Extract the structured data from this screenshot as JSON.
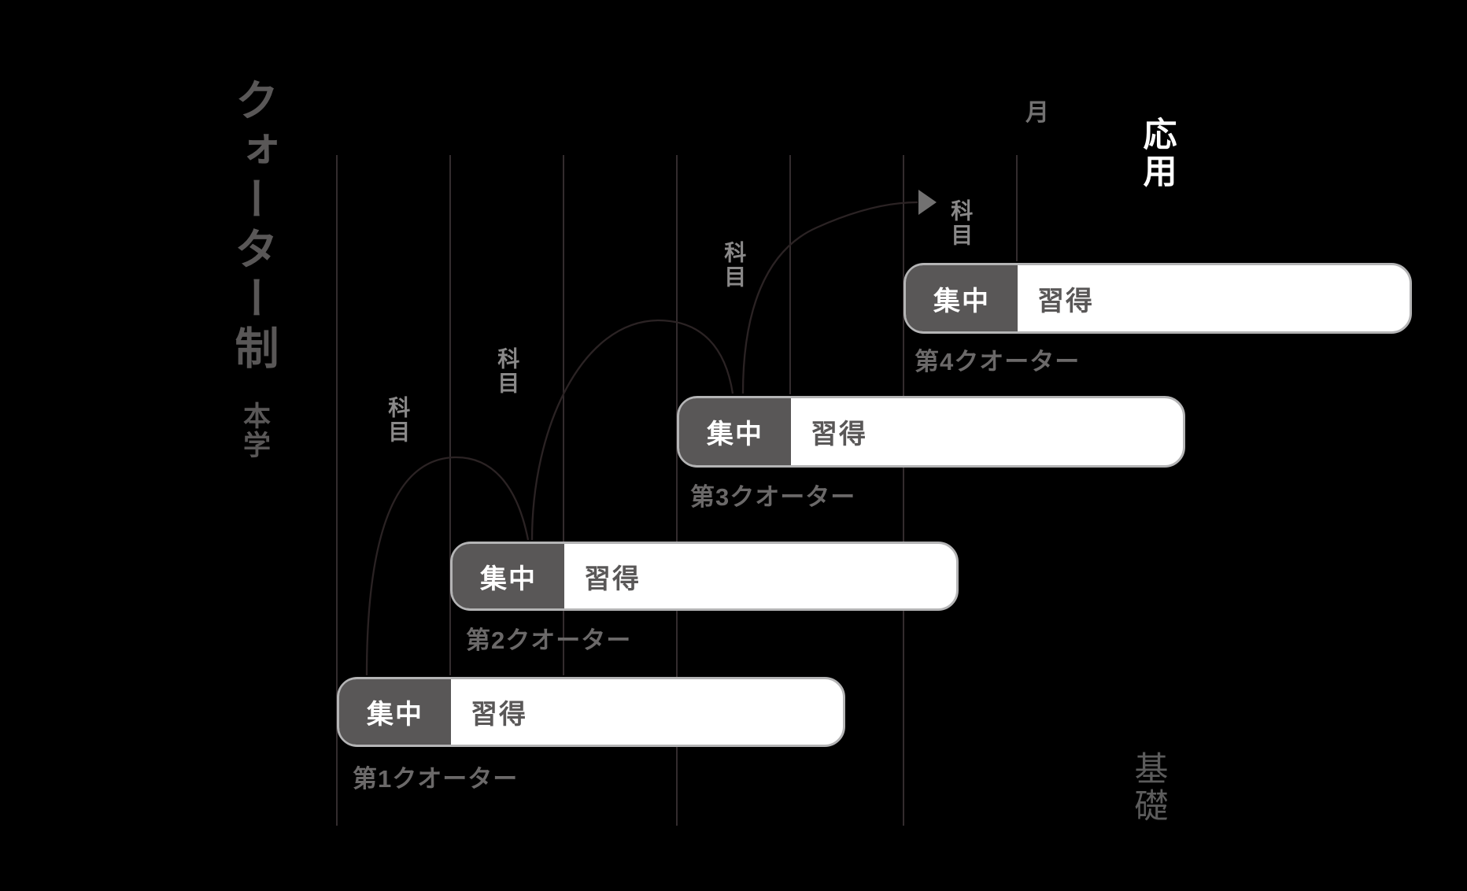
{
  "title": "クォーター制",
  "subtitle": "本学",
  "axis": {
    "unit_label": "月",
    "gridline_count": 7
  },
  "levels": {
    "top_right": "応用",
    "bottom_right": "基礎"
  },
  "quarters": [
    {
      "label": "第1クオーター",
      "focus": "集中",
      "acquire": "習得"
    },
    {
      "label": "第2クオーター",
      "focus": "集中",
      "acquire": "習得"
    },
    {
      "label": "第3クオーター",
      "focus": "集中",
      "acquire": "習得"
    },
    {
      "label": "第4クオーター",
      "focus": "集中",
      "acquire": "習得"
    }
  ],
  "flow": {
    "subject_labels": [
      "科目",
      "科目",
      "科目",
      "科目"
    ],
    "arrow_icon": "right-arrow"
  },
  "colors": {
    "background": "#000000",
    "panel_gray": "#595757",
    "bar_border": "#b4b4b5",
    "bar_fill": "#ffffff",
    "quarter_label_gray": "#6b6969",
    "subject_gray": "#8a8989",
    "gridline": "#332c2e",
    "curve": "#2b2324",
    "arrow_gray": "#727171",
    "advanced_white": "#ffffff",
    "basic_gray": "#5c5c5c"
  }
}
